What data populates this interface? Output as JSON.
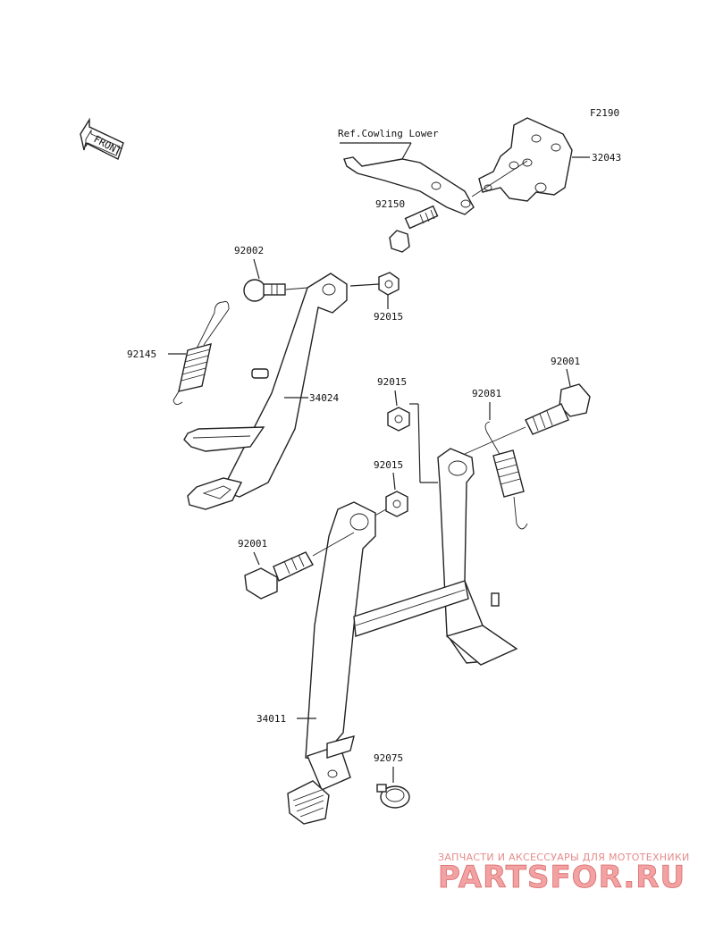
{
  "diagram_code": "F2190",
  "front_indicator": "FRONT",
  "reference_note": "Ref.Cowling Lower",
  "parts": {
    "p32043": "32043",
    "p92150": "92150",
    "p92002": "92002",
    "p92015_a": "92015",
    "p92145": "92145",
    "p34024": "34024",
    "p92015_b": "92015",
    "p92001_a": "92001",
    "p92081": "92081",
    "p92015_c": "92015",
    "p92001_b": "92001",
    "p34011": "34011",
    "p92075": "92075"
  },
  "watermark": {
    "tagline": "ЗАПЧАСТИ И АКСЕССУАРЫ ДЛЯ МОТОТЕХНИКИ",
    "brand": "PARTSFOR.RU"
  }
}
